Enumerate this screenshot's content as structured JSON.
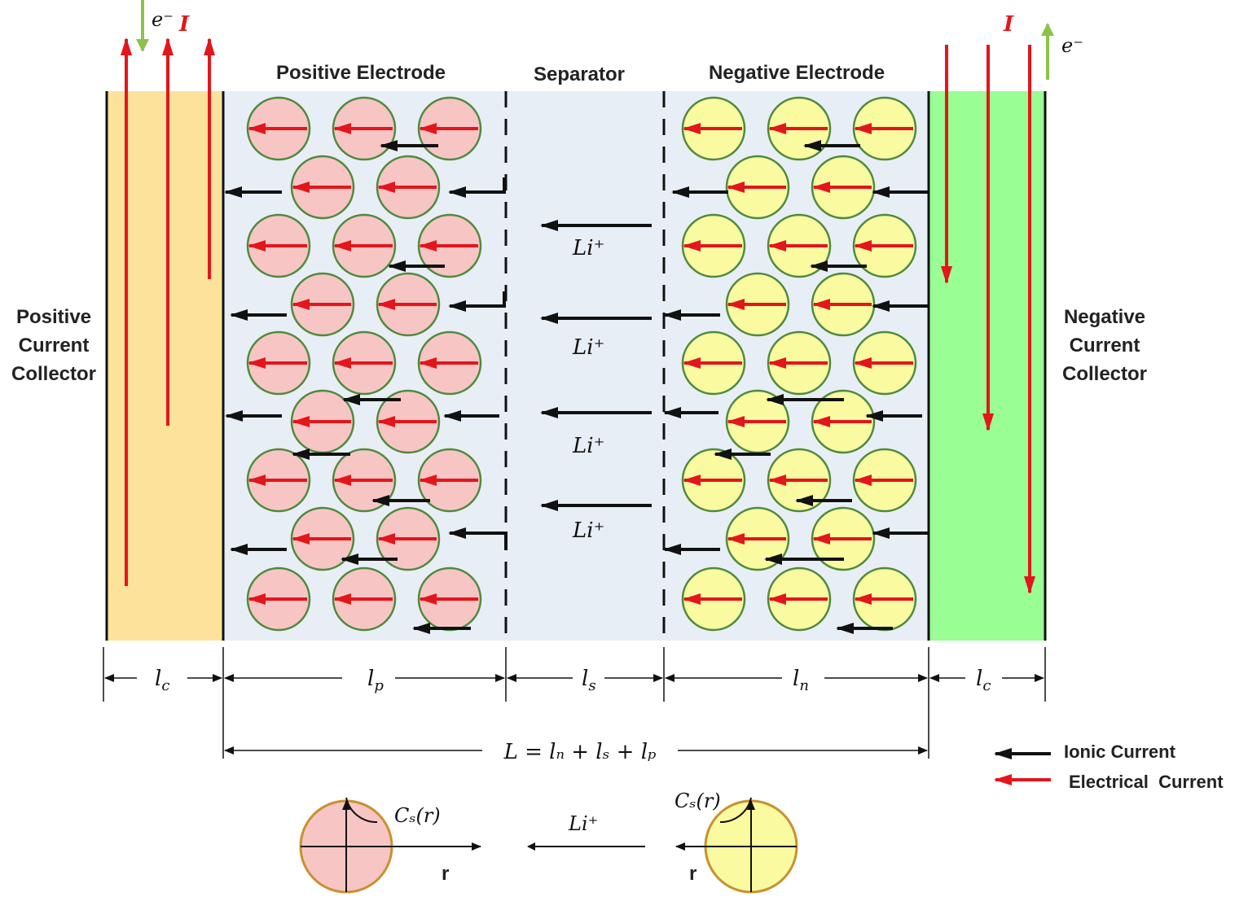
{
  "labels": {
    "positive_electrode": "Positive Electrode",
    "separator": "Separator",
    "negative_electrode": "Negative Electrode",
    "positive_collector": [
      "Positive",
      "Current",
      "Collector"
    ],
    "negative_collector": [
      "Negative",
      "Current",
      "Collector"
    ]
  },
  "symbols": {
    "electron": "e⁻",
    "current": "I",
    "li_ion": "Li⁺",
    "lc": "l",
    "lc_sub": "c",
    "lp": "l",
    "lp_sub": "p",
    "ls": "l",
    "ls_sub": "s",
    "ln": "l",
    "ln_sub": "n",
    "total_length": "L = lₙ + lₛ + lₚ",
    "concentration": "Cₛ(r)",
    "radial": "r"
  },
  "legend": {
    "ionic": "Ionic Current",
    "electrical": "Electrical  Current"
  },
  "colors": {
    "positive_collector": "#fde29c",
    "negative_collector": "#99fe93",
    "electrolyte": "#e8eef5",
    "positive_particle": "#f8c5c5",
    "negative_particle": "#fafaa0",
    "particle_border": "#4e8a3c",
    "electrical_current": "#e3161b",
    "ionic_current": "#111111",
    "electron_arrow": "#8bc34a"
  }
}
